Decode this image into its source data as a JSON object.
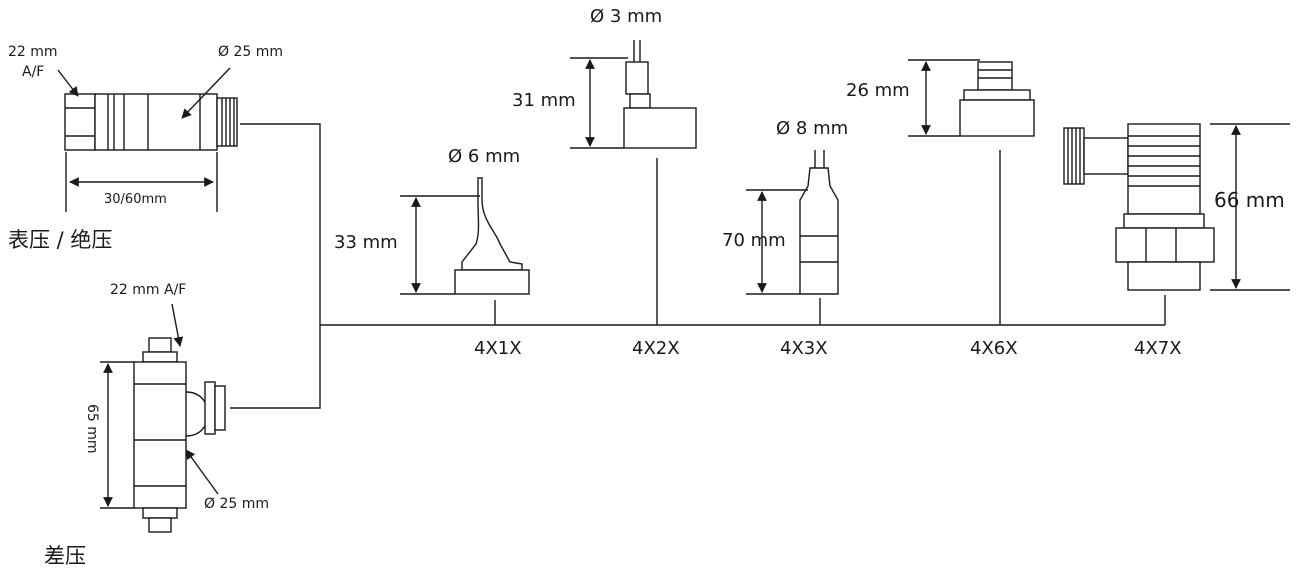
{
  "labels": {
    "gauge_af": "22 mm",
    "gauge_af_unit": "A/F",
    "gauge_dia": "Ø 25 mm",
    "gauge_length": "30/60mm",
    "gauge_caption": "表压 / 绝压",
    "diff_af": "22 mm A/F",
    "diff_height": "65 mm",
    "diff_dia": "Ø 25 mm",
    "diff_caption": "差压",
    "m1_dia": "Ø 6 mm",
    "m1_height": "33 mm",
    "m2_dia": "Ø 3 mm",
    "m2_height": "31 mm",
    "m3_dia": "Ø 8 mm",
    "m3_height": "70 mm",
    "m6_height": "26 mm",
    "m7_height": "66 mm"
  },
  "models": [
    "4X1X",
    "4X2X",
    "4X3X",
    "4X6X",
    "4X7X"
  ],
  "colors": {
    "line": "#1a1a1a",
    "fill": "#ffffff",
    "shade": "#dcdcdc"
  }
}
